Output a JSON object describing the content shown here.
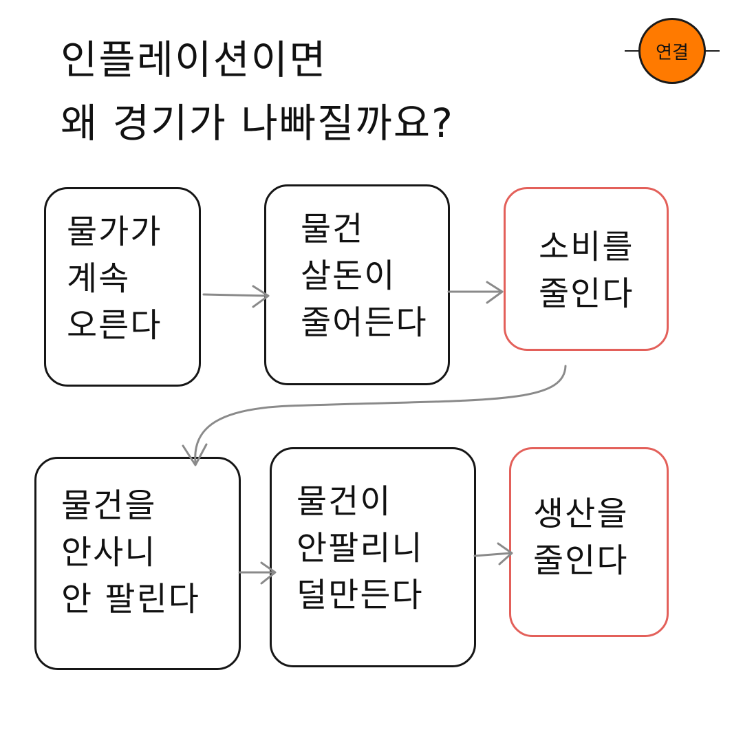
{
  "title": {
    "line1": "인플레이션이면",
    "line2": "왜 경기가 나빠질까요?"
  },
  "badge": {
    "label": "연결"
  },
  "boxes": [
    {
      "lines": [
        "물가가",
        "계속",
        "오른다"
      ]
    },
    {
      "lines": [
        "물건",
        "살돈이",
        "줄어든다"
      ]
    },
    {
      "lines": [
        "소비를",
        "줄인다"
      ]
    },
    {
      "lines": [
        "물건을",
        "안사니",
        "안 팔린다"
      ]
    },
    {
      "lines": [
        "물건이",
        "안팔리니",
        "덜만든다"
      ]
    },
    {
      "lines": [
        "생산을",
        "줄인다"
      ]
    }
  ],
  "colors": {
    "ink": "#161616",
    "highlight_border": "#e3605a",
    "badge_fill": "#ff7a00",
    "arrow": "#8a8a8a"
  }
}
